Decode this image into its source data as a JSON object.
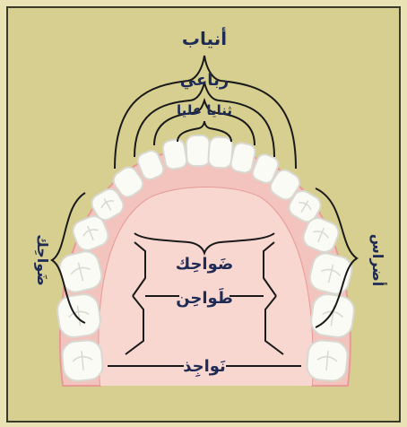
{
  "labels": {
    "canines": "أنياب",
    "lateral_incisors": "رباعي",
    "central_incisors": "ثنايا عليا",
    "premolars_inner": "ضَواحِك",
    "molars": "طَواحِن",
    "wisdom_teeth": "نَواجِذ",
    "side_left": "ضَواحِك",
    "side_right": "أضراس"
  },
  "colors": {
    "background": "#d6cf8f",
    "panel_border": "#3a3a2a",
    "gum": "#f3c3bd",
    "gum_dark": "#e79a98",
    "palate": "#f8d7d1",
    "tooth": "#fbfbf6",
    "tooth_shadow": "#d9d9d2",
    "bracket": "#1a1a1a",
    "label_text": "#1f2b55"
  }
}
